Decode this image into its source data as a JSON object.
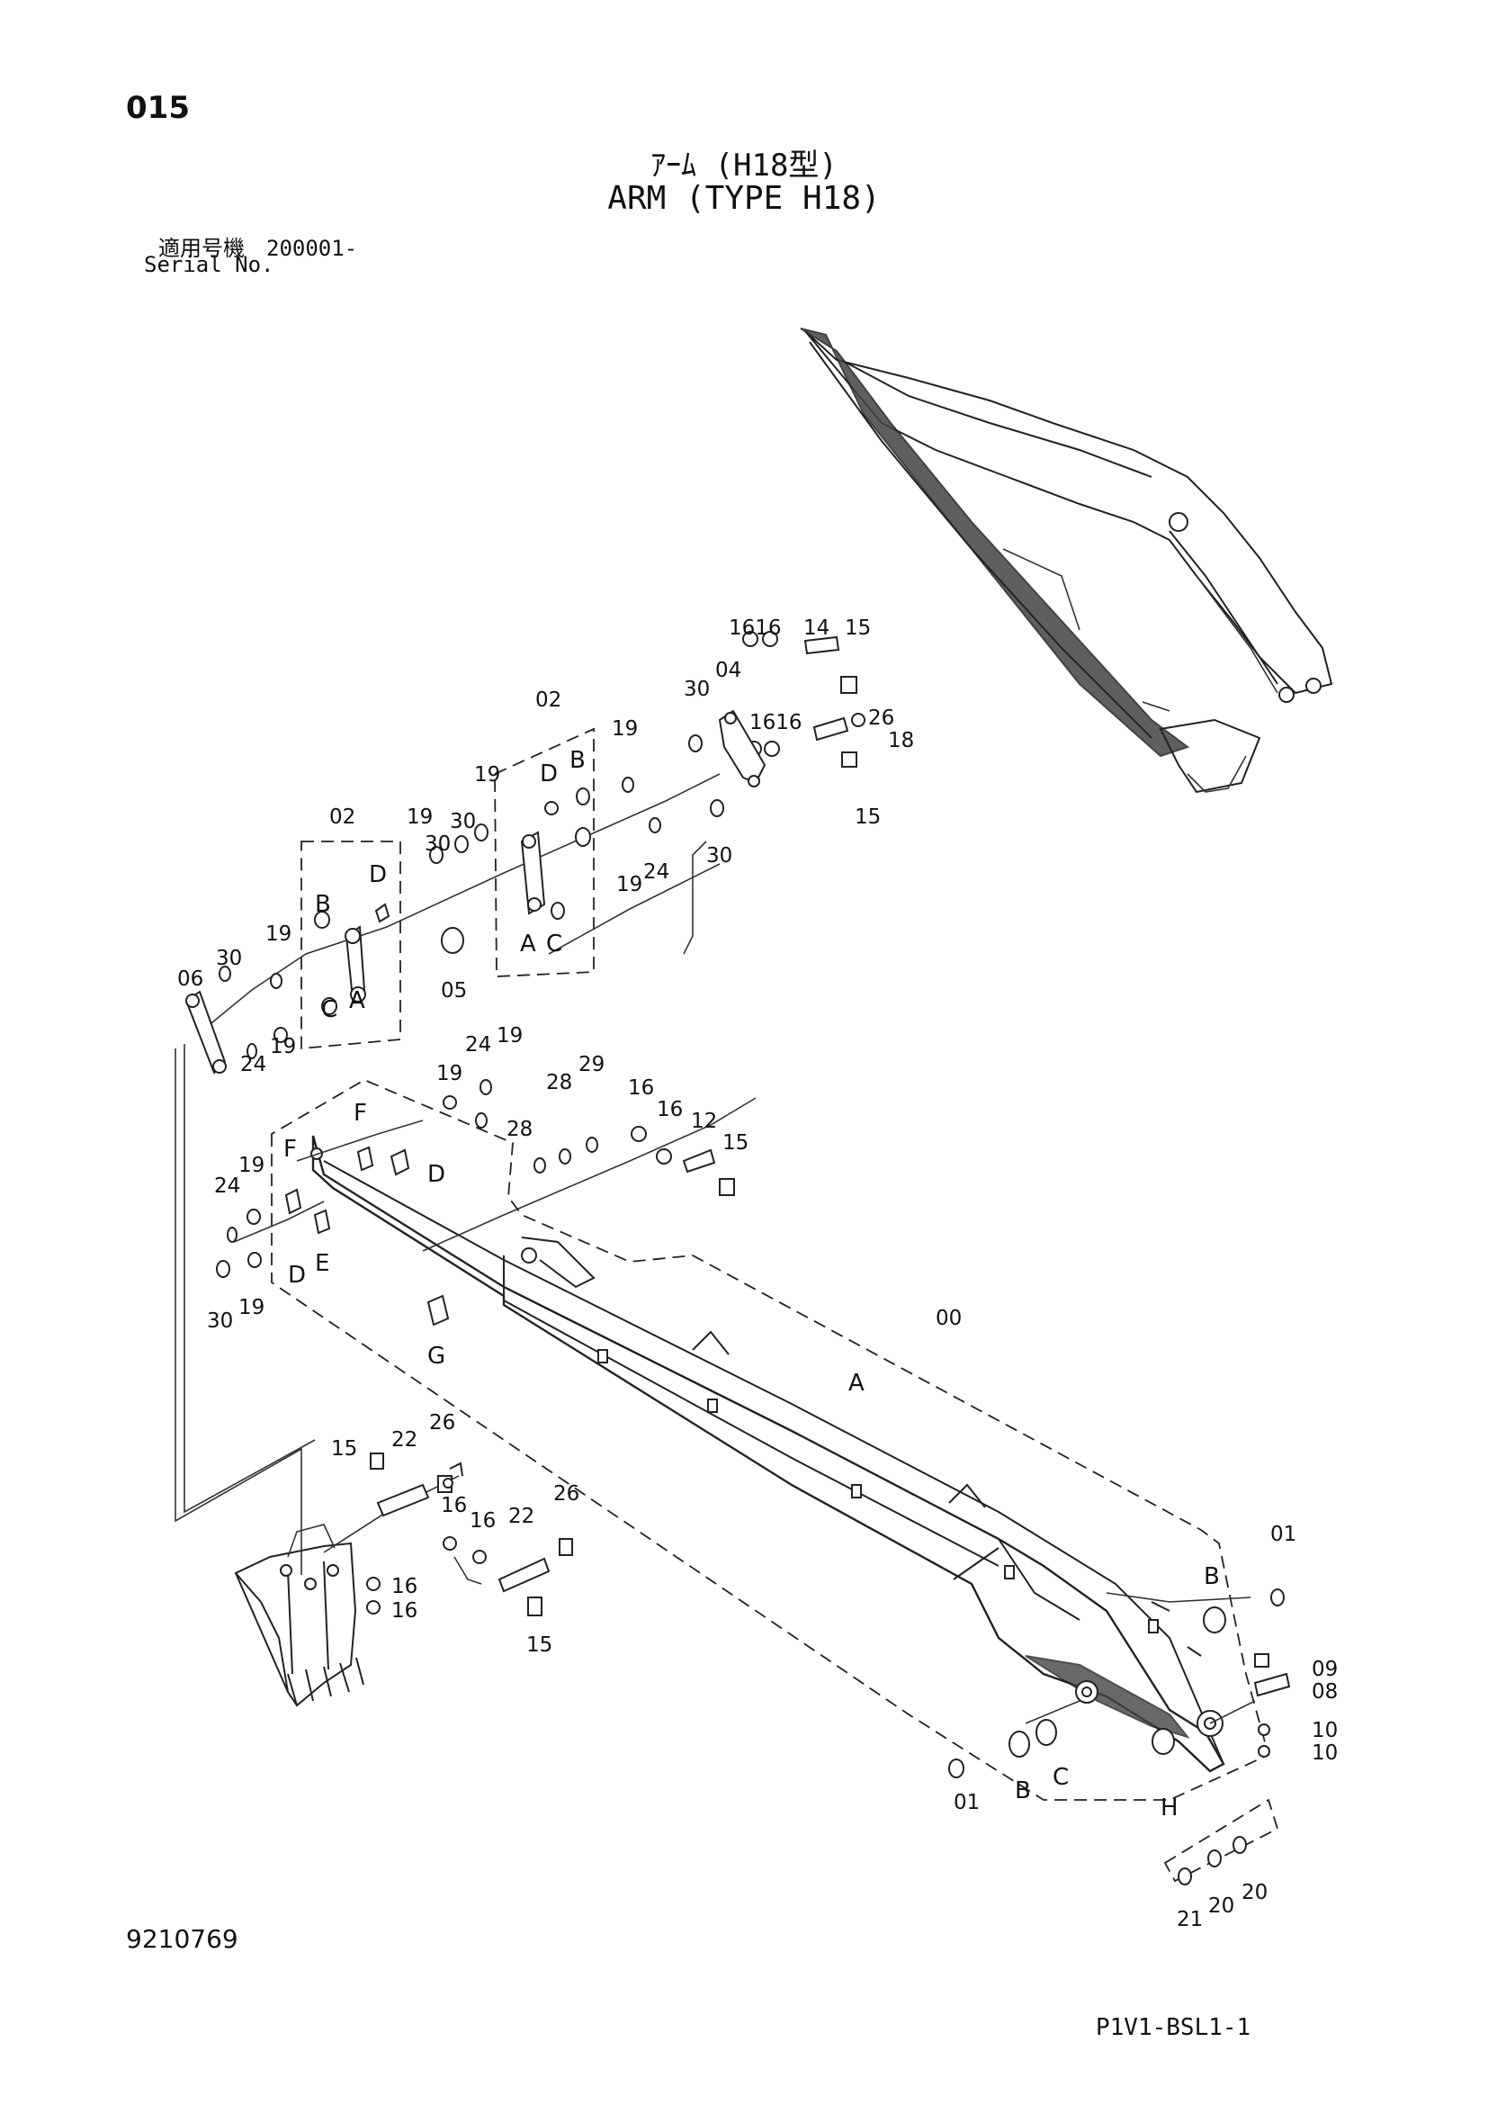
{
  "header": {
    "page_number": "015",
    "title_jp": "ｱｰﾑ (H18型)",
    "title_en": "ARM (TYPE H18)",
    "serial_label_jp": "適用号機　200001-",
    "serial_label_en": "Serial No."
  },
  "footer": {
    "doc_number": "9210769",
    "ref_code": "P1V1-BSL1-1"
  },
  "callouts": {
    "c00": "00",
    "c01a": "01",
    "c01b": "01",
    "c02a": "02",
    "c02b": "02",
    "c04": "04",
    "c05": "05",
    "c06": "06",
    "c08": "08",
    "c09": "09",
    "c10a": "10",
    "c10b": "10",
    "c12": "12",
    "c14": "14",
    "c15a": "15",
    "c15b": "15",
    "c15c": "15",
    "c15d": "15",
    "c15e": "15",
    "c16a": "1616",
    "c16b": "1616",
    "c16c": "16",
    "c16d": "16",
    "c16e": "16",
    "c16f": "16",
    "c16g": "16",
    "c16h": "16",
    "c18": "18",
    "c19a": "19",
    "c19b": "19",
    "c19c": "19",
    "c19d": "19",
    "c19e": "19",
    "c19f": "19",
    "c19g": "19",
    "c19h": "19",
    "c19i": "19",
    "c19j": "19",
    "c20a": "20",
    "c20b": "20",
    "c21": "21",
    "c22a": "22",
    "c22b": "22",
    "c24a": "24",
    "c24b": "24",
    "c24c": "24",
    "c24d": "24",
    "c26a": "26",
    "c26b": "26",
    "c26c": "26",
    "c28a": "28",
    "c28b": "28",
    "c29": "29",
    "c30a": "30",
    "c30b": "30",
    "c30c": "30",
    "c30d": "30",
    "c30e": "30",
    "c30f": "30"
  },
  "letters": {
    "A1": "A",
    "A2": "A",
    "A3": "A",
    "B1": "B",
    "B2": "B",
    "B3": "B",
    "B4": "B",
    "C1": "C",
    "C2": "C",
    "C3": "C",
    "D1": "D",
    "D2": "D",
    "D3": "D",
    "D4": "D",
    "E1": "E",
    "F1": "F",
    "F2": "F",
    "G1": "G",
    "H1": "H"
  }
}
